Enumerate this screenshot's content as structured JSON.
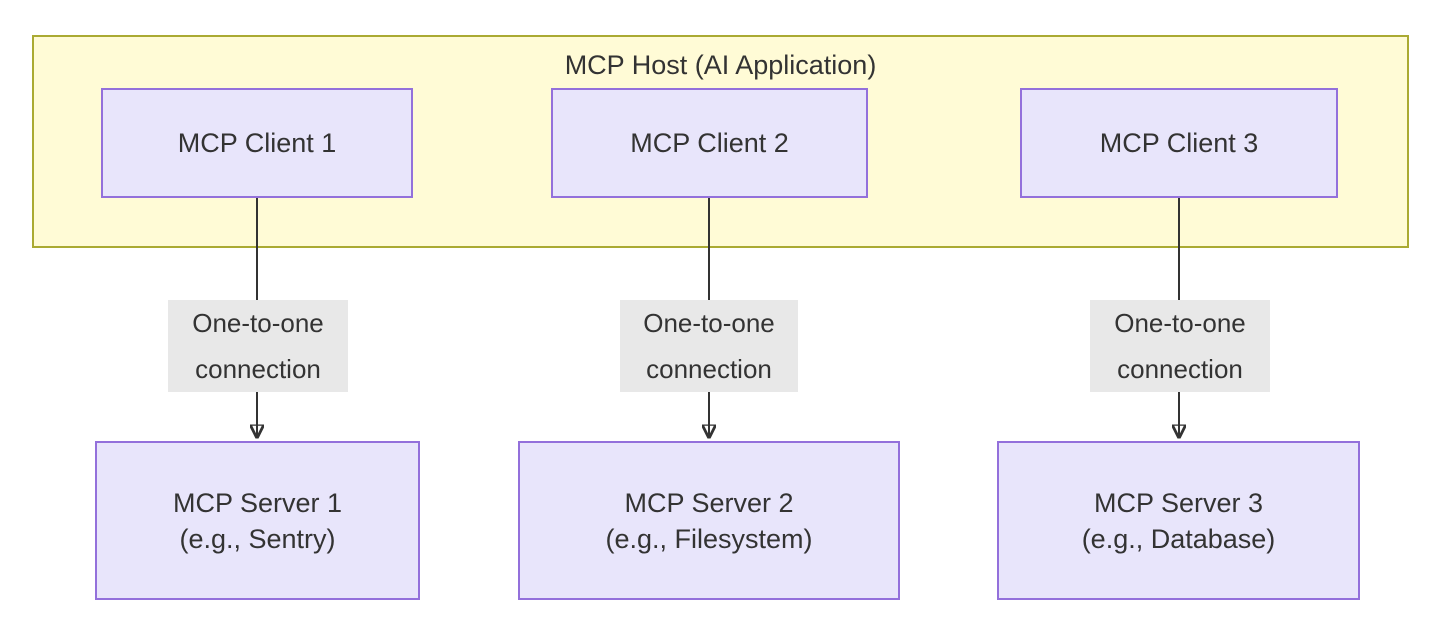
{
  "diagram": {
    "type": "flowchart",
    "host": {
      "title": "MCP Host (AI Application)",
      "fill": "#fffbd6",
      "stroke": "#aaaa33"
    },
    "node_style": {
      "fill": "#e8e5fb",
      "stroke": "#9370db",
      "text": "#333333"
    },
    "edge_style": {
      "stroke": "#333333",
      "label_fill": "#e8e8e8"
    },
    "clients": [
      {
        "id": "client-1",
        "label": "MCP Client 1"
      },
      {
        "id": "client-2",
        "label": "MCP Client 2"
      },
      {
        "id": "client-3",
        "label": "MCP Client 3"
      }
    ],
    "servers": [
      {
        "id": "server-1",
        "label": "MCP Server 1\n(e.g., Sentry)"
      },
      {
        "id": "server-2",
        "label": "MCP Server 2\n(e.g., Filesystem)"
      },
      {
        "id": "server-3",
        "label": "MCP Server 3\n(e.g., Database)"
      }
    ],
    "edges": [
      {
        "from": "client-1",
        "to": "server-1",
        "label": "One-to-one\nconnection"
      },
      {
        "from": "client-2",
        "to": "server-2",
        "label": "One-to-one\nconnection"
      },
      {
        "from": "client-3",
        "to": "server-3",
        "label": "One-to-one\nconnection"
      }
    ]
  }
}
